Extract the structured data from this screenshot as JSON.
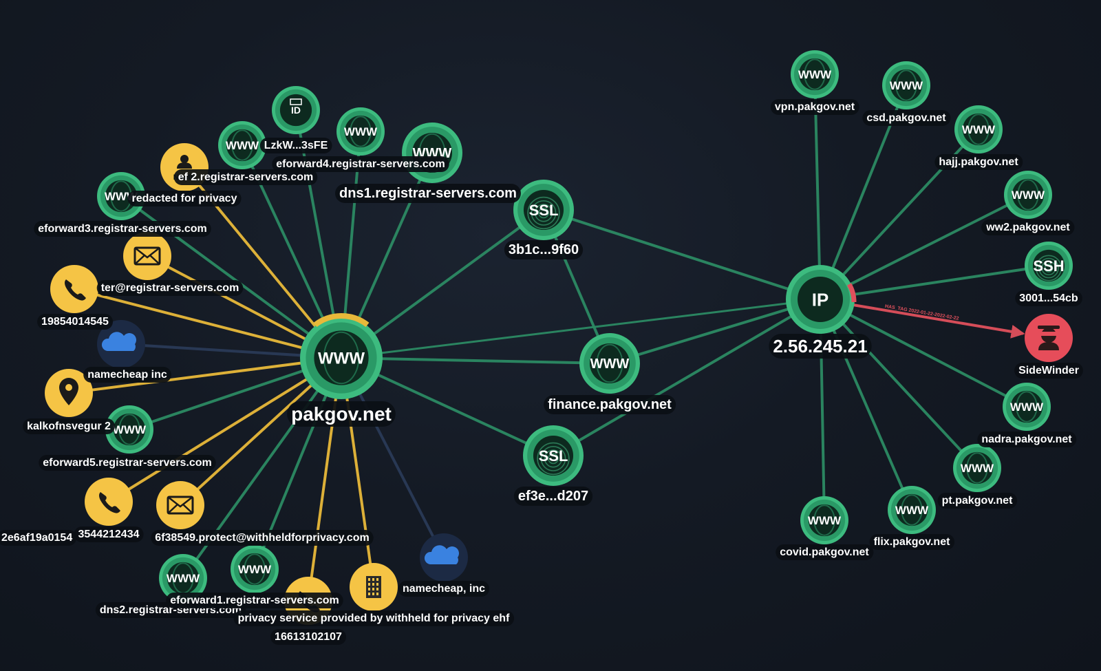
{
  "colors": {
    "green_edge": "#2c8a63",
    "yellow_edge": "#e8b93a",
    "navy_edge": "#2a3a57",
    "red_edge": "#e0505c",
    "green_node": "#2a9966",
    "green_ring": "#3dbb7f",
    "green_dark": "#0d2a1f",
    "yellow_node": "#f5c445",
    "red_node": "#e64d5a",
    "blue_node": "#1c2a44"
  },
  "nodes": [
    {
      "id": "pakgov",
      "label": "pakgov.net",
      "icon": "www",
      "glyph": "WWW",
      "kind": "green"
    },
    {
      "id": "ip",
      "label": "2.56.245.21",
      "icon": "ip",
      "glyph": "IP",
      "kind": "green"
    },
    {
      "id": "ssl1",
      "label": "3b1c...9f60",
      "icon": "ssl",
      "glyph": "SSL",
      "kind": "green"
    },
    {
      "id": "ssl2",
      "label": "ef3e...d207",
      "icon": "ssl",
      "glyph": "SSL",
      "kind": "green"
    },
    {
      "id": "finance",
      "label": "finance.pakgov.net",
      "icon": "www",
      "glyph": "WWW",
      "kind": "green"
    },
    {
      "id": "dns1",
      "label": "dns1.registrar-servers.com",
      "icon": "www",
      "glyph": "WWW",
      "kind": "green"
    },
    {
      "id": "ef4",
      "label": "eforward4.registrar-servers.com",
      "icon": "www",
      "glyph": "WWW",
      "kind": "green"
    },
    {
      "id": "verid",
      "label": "LzkW...3sFE",
      "icon": "verification-id",
      "glyph": "ID",
      "kind": "green"
    },
    {
      "id": "ef2",
      "label": "ef     2.registrar-servers.com",
      "icon": "www",
      "glyph": "WWW",
      "kind": "green"
    },
    {
      "id": "name",
      "label": "redacted for privacy",
      "icon": "name",
      "glyph": "NAME",
      "kind": "yellow"
    },
    {
      "id": "ef3",
      "label": "eforward3.registrar-servers.com",
      "icon": "www",
      "glyph": "WWW",
      "kind": "green"
    },
    {
      "id": "email1",
      "label": "ter@registrar-servers.com",
      "icon": "email",
      "glyph": "",
      "kind": "yellow"
    },
    {
      "id": "phone1",
      "label": "19854014545",
      "icon": "phone",
      "glyph": "",
      "kind": "yellow"
    },
    {
      "id": "cloud1",
      "label": "namecheap inc",
      "icon": "cloud",
      "glyph": "",
      "kind": "blue"
    },
    {
      "id": "location",
      "label": "kalkofnsvegur 2",
      "icon": "location",
      "glyph": "",
      "kind": "yellow"
    },
    {
      "id": "ef5",
      "label": "eforward5.registrar-servers.com",
      "icon": "www",
      "glyph": "WWW",
      "kind": "green"
    },
    {
      "id": "phone2",
      "label": "3544212434",
      "icon": "phone",
      "glyph": "",
      "kind": "yellow"
    },
    {
      "id": "email2",
      "label": "6f38549.protect@withheldforprivacy.com",
      "icon": "email",
      "glyph": "",
      "kind": "yellow"
    },
    {
      "id": "dns2",
      "label": "dns2.registrar-servers.com",
      "icon": "www",
      "glyph": "WWW",
      "kind": "green"
    },
    {
      "id": "ef1",
      "label": "eforward1.registrar-servers.com",
      "icon": "www",
      "glyph": "WWW",
      "kind": "green"
    },
    {
      "id": "privacy",
      "label": "privacy service provided by withheld for privacy ehf",
      "icon": "building",
      "glyph": "",
      "kind": "yellow"
    },
    {
      "id": "phone3",
      "label": "16613102107",
      "icon": "phone",
      "glyph": "",
      "kind": "yellow"
    },
    {
      "id": "namecheap2",
      "label": "namecheap, inc",
      "icon": "cloud",
      "glyph": "",
      "kind": "blue"
    },
    {
      "id": "partial",
      "label": "2e6af19a0154",
      "icon": "",
      "glyph": "",
      "kind": "hidden"
    },
    {
      "id": "vpn",
      "label": "vpn.pakgov.net",
      "icon": "www",
      "glyph": "WWW",
      "kind": "green"
    },
    {
      "id": "csd",
      "label": "csd.pakgov.net",
      "icon": "www",
      "glyph": "WWW",
      "kind": "green"
    },
    {
      "id": "hajj",
      "label": "hajj.pakgov.net",
      "icon": "www",
      "glyph": "WWW",
      "kind": "green"
    },
    {
      "id": "ww2",
      "label": "ww2.pakgov.net",
      "icon": "www",
      "glyph": "WWW",
      "kind": "green"
    },
    {
      "id": "ssh",
      "label": "3001...54cb",
      "icon": "ssh",
      "glyph": "SSH",
      "kind": "green"
    },
    {
      "id": "sidewinder",
      "label": "SideWinder",
      "icon": "threat-actor",
      "glyph": "",
      "kind": "red"
    },
    {
      "id": "nadra",
      "label": "nadra.pakgov.net",
      "icon": "www",
      "glyph": "WWW",
      "kind": "green"
    },
    {
      "id": "pt",
      "label": "pt.pakgov.net",
      "icon": "www",
      "glyph": "WWW",
      "kind": "green"
    },
    {
      "id": "flix",
      "label": "flix.pakgov.net",
      "icon": "www",
      "glyph": "WWW",
      "kind": "green"
    },
    {
      "id": "covid",
      "label": "covid.pakgov.net",
      "icon": "www",
      "glyph": "WWW",
      "kind": "green"
    }
  ],
  "edges": [
    {
      "from": "pakgov",
      "to": "dns1",
      "kind": "green"
    },
    {
      "from": "pakgov",
      "to": "ef4",
      "kind": "green"
    },
    {
      "from": "pakgov",
      "to": "verid",
      "kind": "green"
    },
    {
      "from": "pakgov",
      "to": "ef2",
      "kind": "green"
    },
    {
      "from": "pakgov",
      "to": "name",
      "kind": "yellow"
    },
    {
      "from": "pakgov",
      "to": "ef3",
      "kind": "green"
    },
    {
      "from": "pakgov",
      "to": "email1",
      "kind": "yellow"
    },
    {
      "from": "pakgov",
      "to": "phone1",
      "kind": "yellow"
    },
    {
      "from": "pakgov",
      "to": "cloud1",
      "kind": "navy"
    },
    {
      "from": "pakgov",
      "to": "location",
      "kind": "yellow"
    },
    {
      "from": "pakgov",
      "to": "ef5",
      "kind": "green"
    },
    {
      "from": "pakgov",
      "to": "phone2",
      "kind": "yellow"
    },
    {
      "from": "pakgov",
      "to": "email2",
      "kind": "yellow"
    },
    {
      "from": "pakgov",
      "to": "dns2",
      "kind": "green"
    },
    {
      "from": "pakgov",
      "to": "ef1",
      "kind": "green"
    },
    {
      "from": "pakgov",
      "to": "privacy",
      "kind": "yellow"
    },
    {
      "from": "pakgov",
      "to": "phone3",
      "kind": "yellow"
    },
    {
      "from": "pakgov",
      "to": "namecheap2",
      "kind": "navy"
    },
    {
      "from": "pakgov",
      "to": "ssl1",
      "kind": "green"
    },
    {
      "from": "pakgov",
      "to": "ssl2",
      "kind": "green"
    },
    {
      "from": "pakgov",
      "to": "finance",
      "kind": "green"
    },
    {
      "from": "pakgov",
      "to": "ip",
      "kind": "green"
    },
    {
      "from": "ssl1",
      "to": "ip",
      "kind": "green"
    },
    {
      "from": "ssl1",
      "to": "finance",
      "kind": "green"
    },
    {
      "from": "ssl2",
      "to": "ip",
      "kind": "green"
    },
    {
      "from": "ip",
      "to": "vpn",
      "kind": "green"
    },
    {
      "from": "ip",
      "to": "csd",
      "kind": "green"
    },
    {
      "from": "ip",
      "to": "hajj",
      "kind": "green"
    },
    {
      "from": "ip",
      "to": "ww2",
      "kind": "green"
    },
    {
      "from": "ip",
      "to": "ssh",
      "kind": "green"
    },
    {
      "from": "ip",
      "to": "sidewinder",
      "kind": "red",
      "label": "HAS_TAG 2022-01-22-2022-02-22"
    },
    {
      "from": "ip",
      "to": "nadra",
      "kind": "green"
    },
    {
      "from": "ip",
      "to": "pt",
      "kind": "green"
    },
    {
      "from": "ip",
      "to": "flix",
      "kind": "green"
    },
    {
      "from": "ip",
      "to": "covid",
      "kind": "green"
    },
    {
      "from": "ip",
      "to": "finance",
      "kind": "green"
    }
  ]
}
